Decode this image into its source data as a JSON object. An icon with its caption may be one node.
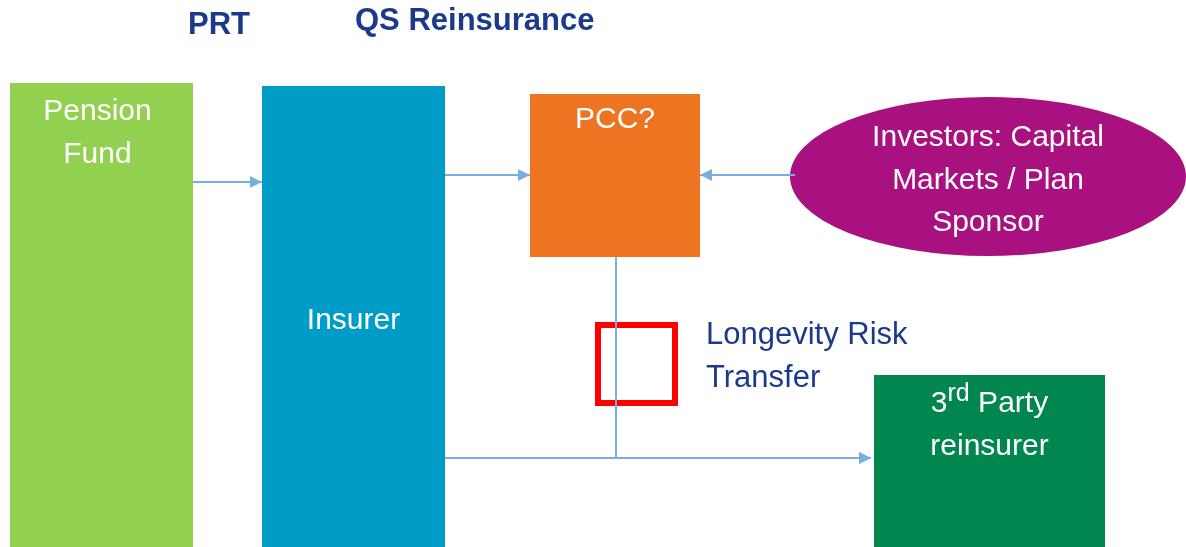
{
  "diagram": {
    "nodes": [
      {
        "text": [
          "Pension Fund"
        ]
      },
      {
        "text": [
          "Insurer"
        ]
      },
      {
        "text": [
          "PCC?"
        ]
      },
      {
        "text": [
          "Investors: Capital Markets / Plan Sponsor"
        ]
      },
      {
        "text": [
          "3$^{rd}$ Party reinsurer"
        ]
      }
    ],
    "edges": [
      {
        "from": 0,
        "to": 1,
        "arrow": "to"
      },
      {
        "from": 1,
        "to": 2,
        "arrow": "to"
      },
      {
        "from": 3,
        "to": 2,
        "arrow": "to"
      },
      {
        "from": 1,
        "to": 4,
        "arrow": "to"
      },
      {
        "from": 2,
        "to": 4,
        "arrow": "to"
      }
    ],
    "labels": [
      "PRT",
      "QS Reinsurance",
      "Longevity Risk Transfer"
    ]
  }
}
